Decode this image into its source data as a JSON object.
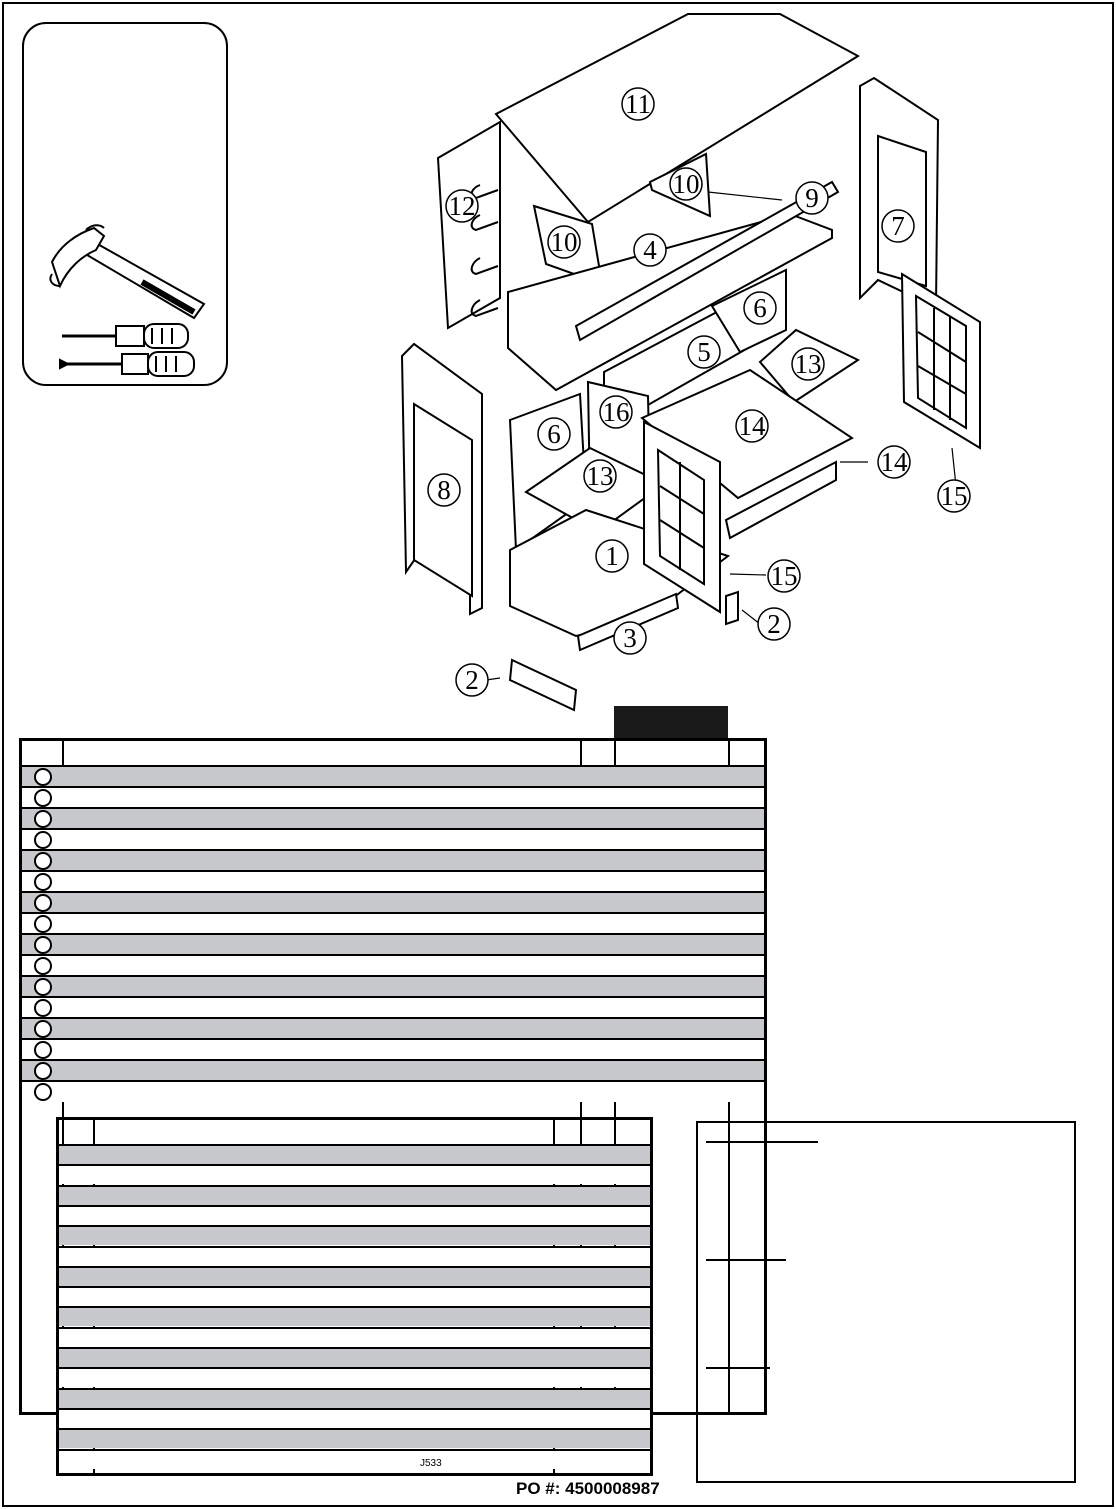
{
  "diagram": {
    "callouts": [
      "11",
      "10",
      "10",
      "12",
      "9",
      "4",
      "7",
      "6",
      "5",
      "13",
      "16",
      "6",
      "14",
      "14",
      "8",
      "13",
      "15",
      "1",
      "15",
      "2",
      "3",
      "2"
    ]
  },
  "parts_table": {
    "rows": [
      {
        "no": "",
        "description": "",
        "qty": "",
        "code": "",
        "check": ""
      },
      {
        "no": "",
        "description": "",
        "qty": "",
        "code": "",
        "check": ""
      },
      {
        "no": "",
        "description": "",
        "qty": "",
        "code": "",
        "check": ""
      },
      {
        "no": "",
        "description": "",
        "qty": "",
        "code": "",
        "check": ""
      },
      {
        "no": "",
        "description": "",
        "qty": "",
        "code": "",
        "check": ""
      },
      {
        "no": "",
        "description": "",
        "qty": "",
        "code": "",
        "check": ""
      },
      {
        "no": "",
        "description": "",
        "qty": "",
        "code": "",
        "check": ""
      },
      {
        "no": "",
        "description": "",
        "qty": "",
        "code": "",
        "check": ""
      },
      {
        "no": "",
        "description": "",
        "qty": "",
        "code": "",
        "check": ""
      },
      {
        "no": "",
        "description": "",
        "qty": "",
        "code": "",
        "check": ""
      },
      {
        "no": "",
        "description": "",
        "qty": "",
        "code": "",
        "check": ""
      },
      {
        "no": "",
        "description": "",
        "qty": "",
        "code": "",
        "check": ""
      },
      {
        "no": "",
        "description": "",
        "qty": "",
        "code": "",
        "check": ""
      },
      {
        "no": "",
        "description": "",
        "qty": "",
        "code": "",
        "check": ""
      },
      {
        "no": "",
        "description": "",
        "qty": "",
        "code": "",
        "check": ""
      },
      {
        "no": "",
        "description": "",
        "qty": "",
        "code": "",
        "check": ""
      }
    ]
  },
  "hardware_table": {
    "rows": [
      {
        "id": "",
        "description": "",
        "qty": ""
      },
      {
        "id": "",
        "description": "",
        "qty": ""
      },
      {
        "id": "",
        "description": "",
        "qty": ""
      },
      {
        "id": "",
        "description": "",
        "qty": ""
      },
      {
        "id": "",
        "description": "",
        "qty": ""
      },
      {
        "id": "",
        "description": "",
        "qty": ""
      },
      {
        "id": "",
        "description": "",
        "qty": ""
      },
      {
        "id": "",
        "description": "",
        "qty": ""
      },
      {
        "id": "",
        "description": "",
        "qty": ""
      },
      {
        "id": "",
        "description": "",
        "qty": ""
      },
      {
        "id": "",
        "description": "",
        "qty": ""
      },
      {
        "id": "",
        "description": "",
        "qty": ""
      },
      {
        "id": "",
        "description": "",
        "qty": ""
      },
      {
        "id": "",
        "description": "",
        "qty": ""
      },
      {
        "id": "",
        "description": "",
        "qty": ""
      },
      {
        "id": "",
        "description": "",
        "qty": ""
      }
    ],
    "footer_mark": "J533"
  },
  "footer": {
    "po_number": "PO #: 4500008987"
  },
  "tools": [
    "hammer-icon",
    "phillips-screwdriver-icon",
    "flathead-screwdriver-icon"
  ],
  "colors": {
    "row_shade": "#c7c8cc",
    "ink": "#000000",
    "header_tab": "#1a1a1a"
  }
}
